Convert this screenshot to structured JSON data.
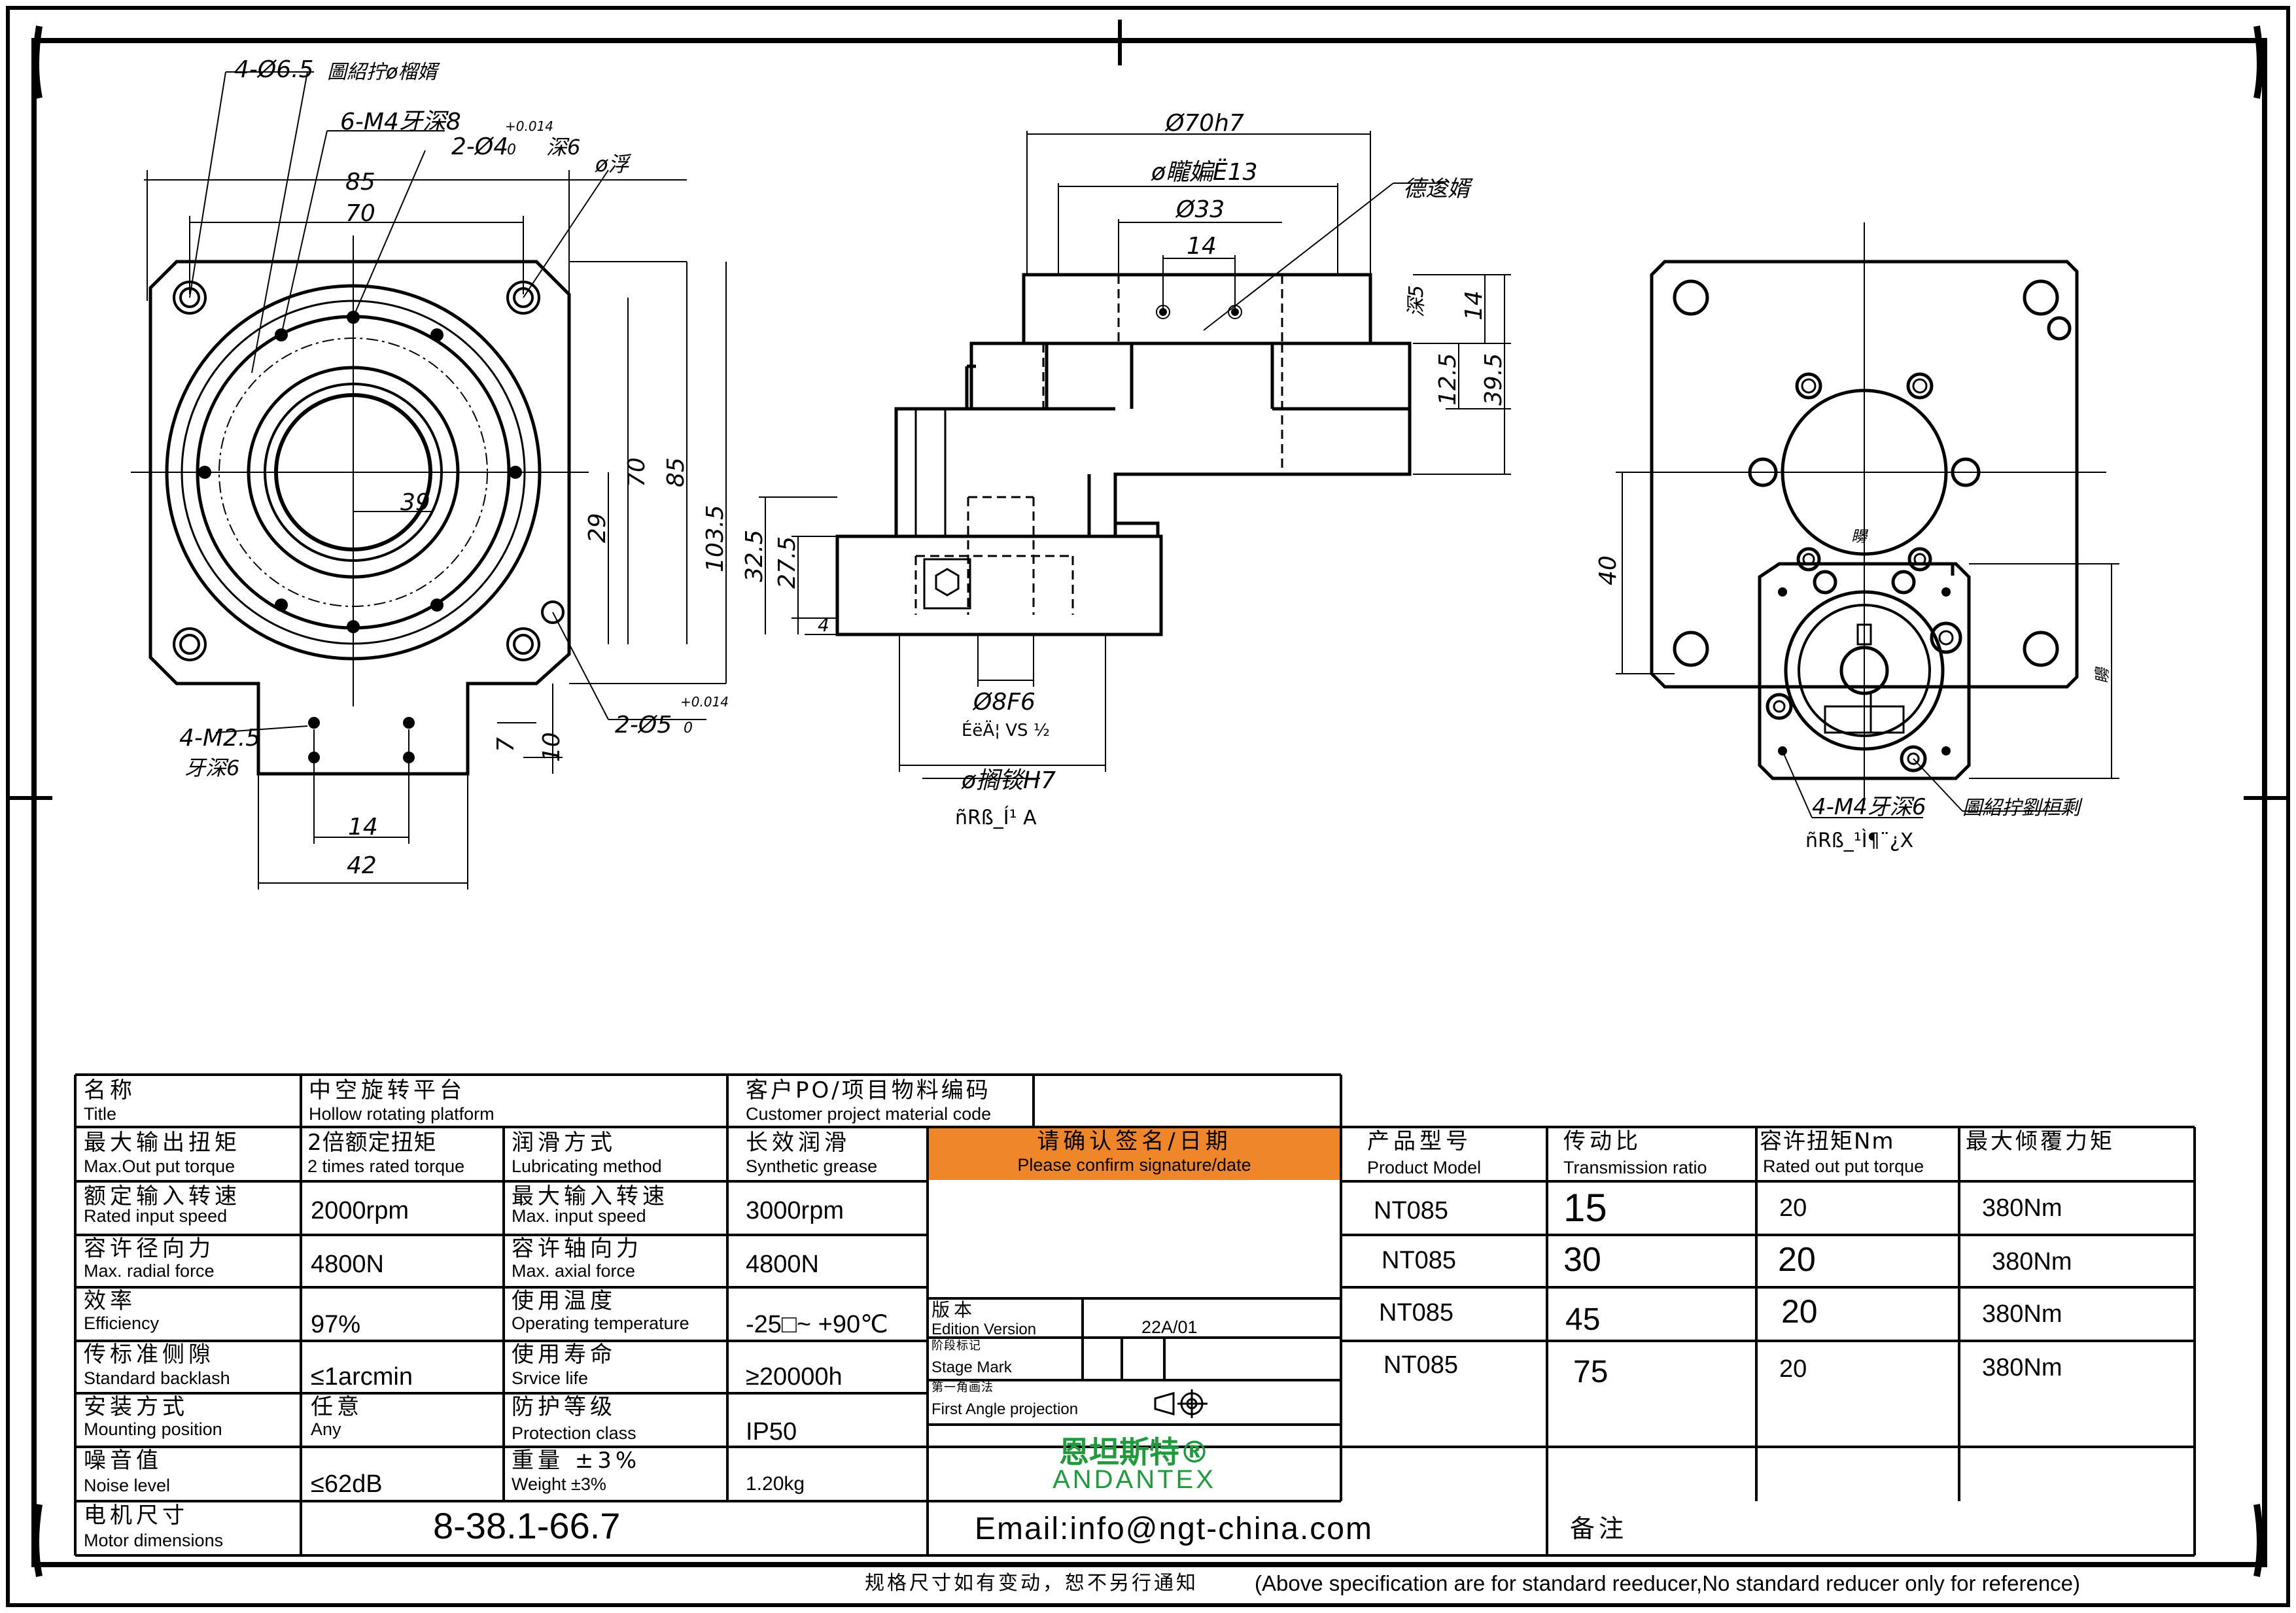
{
  "drawing": {
    "front_view": {
      "callouts": [
        "4-Ø6.5",
        "圖紹拧ø榴婿",
        "6-M4牙深8",
        "2-Ø4",
        "+0.014",
        "0",
        "深6",
        "ø浮",
        "4-M2.5",
        "牙深6",
        "2-Ø5",
        "+0.014",
        "0"
      ],
      "dims": [
        "85",
        "70",
        "39",
        "29",
        "70",
        "85",
        "103.5",
        "14",
        "42",
        "7",
        "10"
      ]
    },
    "side_view": {
      "dims": [
        "Ø70h7",
        "ø矓媥Ë13",
        "Ø33",
        "14",
        "深5",
        "14",
        "12.5",
        "39.5",
        "32.5",
        "27.5",
        "4",
        "Ø8F6",
        "ø搁锬H7"
      ],
      "labels": [
        "德逡婿",
        "ÉëÄ¦ VS  ½",
        "ñRß_Í¹  A"
      ]
    },
    "rear_view": {
      "dims": [
        "40",
        "矏",
        "矏"
      ],
      "labels": [
        "4-M4牙深6",
        "圖紹拧劉桓剩",
        "ñRß_¹Ì¶¨¿X"
      ]
    }
  },
  "table": {
    "title_label_zh": "名称",
    "title_label_en": "Title",
    "title_zh": "中空旋转平台",
    "title_en": "Hollow rotating platform",
    "po_zh": "客户PO/项目物料编码",
    "po_en": "Customer project material code",
    "rows": [
      {
        "zh": "最大输出扭矩",
        "en": "Max.Out put torque",
        "val": "2倍额定扭矩",
        "val_en": "2 times rated torque",
        "zh2": "润滑方式",
        "en2": "Lubricating method",
        "val2": "长效润滑",
        "val2_en": "Synthetic grease"
      },
      {
        "zh": "额定输入转速",
        "en": "Rated input speed",
        "val": "2000rpm",
        "zh2": "最大输入转速",
        "en2": "Max. input speed",
        "val2": "3000rpm"
      },
      {
        "zh": "容许径向力",
        "en": "Max. radial force",
        "val": "4800N",
        "zh2": "容许轴向力",
        "en2": "Max. axial force",
        "val2": "4800N"
      },
      {
        "zh": "效率",
        "en": "Efficiency",
        "val": "97%",
        "zh2": "使用温度",
        "en2": "Operating temperature",
        "val2": "-25□~ +90℃"
      },
      {
        "zh": "传标准侧隙",
        "en": "Standard backlash",
        "val": "≤1arcmin",
        "zh2": "使用寿命",
        "en2": "Srvice life",
        "val2": "≥20000h"
      },
      {
        "zh": "安装方式",
        "en": "Mounting position",
        "val": "任意",
        "val_en": "Any",
        "zh2": "防护等级",
        "en2": "Protection class",
        "val2": "IP50"
      },
      {
        "zh": "噪音值",
        "en": "Noise level",
        "val": "≤62dB",
        "zh2": "重量 ±3%",
        "en2": "Weight ±3%",
        "val2": "1.20kg"
      }
    ],
    "motor_zh": "电机尺寸",
    "motor_en": "Motor dimensions",
    "motor_val": "8-38.1-66.7",
    "confirm_zh": "请确认签名/日期",
    "confirm_en": "Please confirm signature/date",
    "edition_zh": "版本",
    "edition_en": "Edition Version",
    "edition_val": "22A/01",
    "stage_zh": "阶段标记",
    "stage_en": "Stage Mark",
    "proj_zh": "第一角画法",
    "proj_en": "First Angle projection",
    "brand_zh": "恩坦斯特®",
    "brand_en": "ANDANTEX",
    "email": "Email:info@ngt-china.com",
    "remark": "备注",
    "model_head": {
      "zh": "产品型号",
      "en": "Product Model",
      "ratio_zh": "传动比",
      "ratio_en": "Transmission ratio",
      "torque_zh": "容许扭矩Nm",
      "torque_en": "Rated out put torque",
      "tilt_zh": "最大倾覆力矩"
    },
    "models": [
      {
        "model": "NT085",
        "ratio": "15",
        "torque": "20",
        "tilt": "380Nm"
      },
      {
        "model": "NT085",
        "ratio": "30",
        "torque": "20",
        "tilt": "380Nm"
      },
      {
        "model": "NT085",
        "ratio": "45",
        "torque": "20",
        "tilt": "380Nm"
      },
      {
        "model": "NT085",
        "ratio": "75",
        "torque": "20",
        "tilt": "380Nm"
      }
    ],
    "footnote_zh": "规格尺寸如有变动，恕不另行通知",
    "footnote_en": "(Above specification are for standard reeducer,No standard reducer only for reference)"
  },
  "colors": {
    "confirm_bg": "#f0862a",
    "brand_green": "#1f9a3d"
  }
}
